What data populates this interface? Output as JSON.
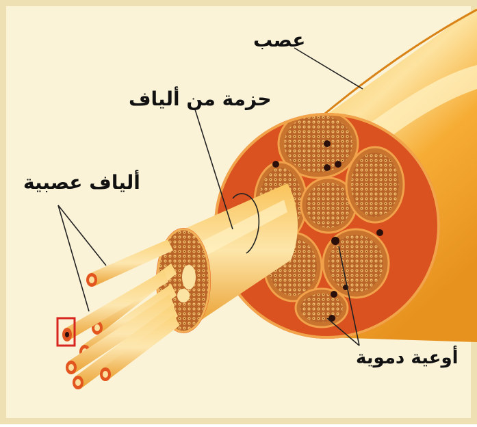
{
  "labels": {
    "nerve": "عصب",
    "fiber_bundle": "حزمة من ألياف",
    "nerve_fibers": "ألياف عصبية",
    "blood_vessels": "أوعية دموية"
  },
  "colors": {
    "background": "#fbf3d8",
    "nerve_outer": "#f7b53a",
    "nerve_highlight": "#fde9a6",
    "cross_section": "#e2551e",
    "fascicle": "#c9742e",
    "fiber_dot": "#f6c766",
    "vessel": "#2a0f0a",
    "marker": "#d7261e",
    "leader_line": "#222222"
  },
  "icons": {
    "highlight_marker": "red-square-marker-icon"
  }
}
